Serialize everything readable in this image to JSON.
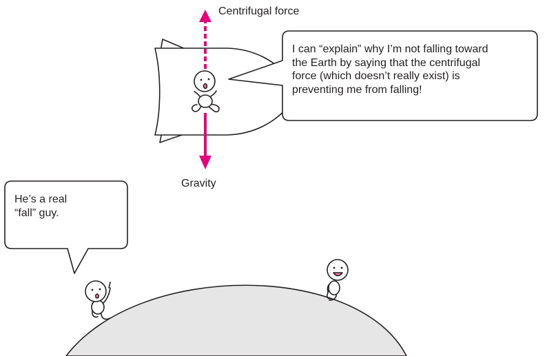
{
  "labels": {
    "centrifugal_force": "Centrifugal force",
    "gravity": "Gravity"
  },
  "astronaut_bubble": {
    "lines": [
      "I can “explain” why I’m not falling toward",
      "the Earth by saying that the centrifugal",
      "force (which doesn’t really exist) is",
      "preventing me from falling!"
    ]
  },
  "observer_bubble": {
    "lines": [
      "He’s a real",
      "“fall” guy."
    ]
  },
  "colors": {
    "arrow_magenta": "#e6007e",
    "outline": "#231f20",
    "earth_fill": "#e6e6e6",
    "mouth_pink": "#f07c9b"
  }
}
